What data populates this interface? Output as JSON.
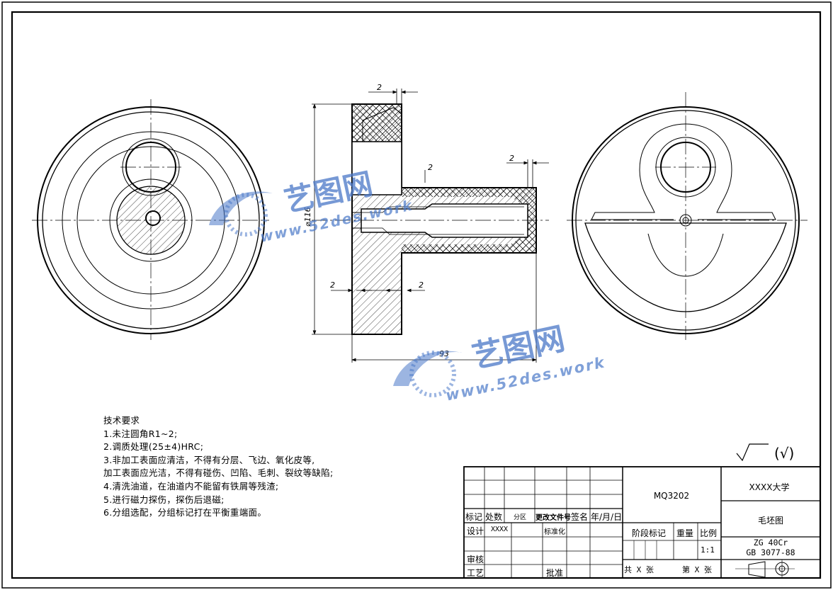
{
  "dimensions": {
    "top_gap": "2",
    "right_gap": "2",
    "shaft_gap": "2",
    "diameter": "⌀116",
    "lower_left_gap": "2",
    "lower_right_gap": "2",
    "length": "93"
  },
  "watermark": {
    "brand": "艺图网",
    "url": "www.52des.work"
  },
  "roughness": {
    "symbol": "√",
    "bracket": "(√)"
  },
  "tech_requirements": {
    "title": "技术要求",
    "items": [
      "1.未注圆角R1~2;",
      "2.调质处理(25±4)HRC;",
      "3.非加工表面应清洁，不得有分层、飞边、氧化皮等,",
      "加工表面应光洁，不得有碰伤、凹陷、毛刺、裂纹等缺陷;",
      "4.清洗油道，在油道内不能留有铁屑等残渣;",
      "5.进行磁力探伤，探伤后退磁;",
      "6.分组选配，分组标记打在平衡重端面。"
    ]
  },
  "title_block": {
    "drawing_no": "MQ3202",
    "school": "XXXX大学",
    "drawing_name": "毛坯图",
    "material": "ZG 40Cr",
    "standard": "GB 3077-88",
    "scale": "1:1",
    "headers": {
      "mark": "标记",
      "count": "处数",
      "zone": "分区",
      "change_doc": "更改文件号",
      "signature": "签名",
      "date": "年/月/日",
      "stage_mark": "阶段标记",
      "weight": "重量",
      "ratio": "比例"
    },
    "rows": {
      "design": "设计",
      "designer": "XXXX",
      "standardize": "标准化",
      "review": "审核",
      "process": "工艺",
      "approve": "批准"
    },
    "sheets_total": "共 X 张",
    "sheet_no": "第 X 张"
  }
}
